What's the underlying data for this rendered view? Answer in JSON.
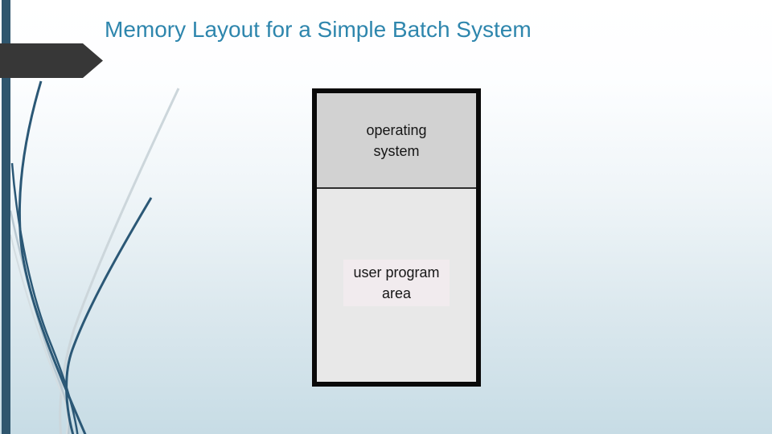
{
  "slide": {
    "title": "Memory Layout for a Simple Batch System"
  },
  "diagram": {
    "description": "memory layout box divided into two stacked regions",
    "sections": [
      {
        "name": "operating-system",
        "label": "operating\nsystem"
      },
      {
        "name": "user-program-area",
        "label": "user program\narea"
      }
    ]
  },
  "decor": {
    "left_bar": "vertical-accent-bar",
    "arrow": "right-pointing-arrow-shape",
    "curves": "decorative-swoosh-curves"
  },
  "colors": {
    "title_text": "#2e86ad",
    "accent_bar": "#2f566e",
    "arrow_shape": "#373737",
    "box_border": "#0a0a0a",
    "os_section_bg": "#d2d2d2",
    "user_section_bg": "#e8e8e8",
    "user_label_patch": "#f1ebee",
    "dark_curve": "#2b5876",
    "light_curve": "#ccd6db",
    "background_top": "#ffffff",
    "background_bottom": "#c7dce5"
  }
}
